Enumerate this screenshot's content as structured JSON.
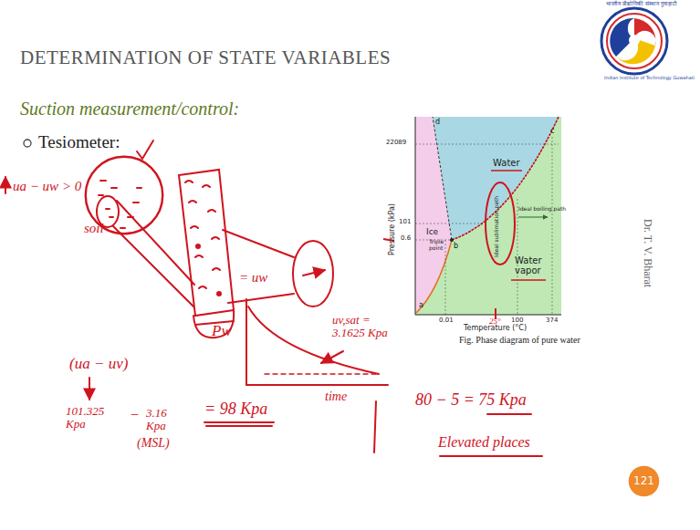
{
  "diagram": {
    "title": "DETERMINATION OF STATE VARIABLES",
    "caption": "Fig. Phase diagram of pure water",
    "nodes": [
      {
        "text": [
          "soil"
        ]
      },
      {
        "text": [
          "121"
        ]
      }
    ],
    "labels": [
      "Suction measurement/control:",
      "Tesiometer:",
      "ua − uw > 0",
      "= uw",
      "Pw",
      "uv,sat = 3.1625 Kpa",
      "time",
      "(ua − uv)",
      "101.325 Kpa",
      "−",
      "3.16 Kpa",
      "= 98 Kpa",
      "(MSL)",
      "80 − 5 = 75 Kpa",
      "Elevated places",
      "Pressure (kPa)",
      "Temperature (°C)",
      "22089",
      "101",
      "0.6",
      "0.01",
      "25°",
      "100",
      "374",
      "Ice",
      "Water",
      "Water vapor",
      "Triple point",
      "Ideal boiling path",
      "Ideal sublimation path",
      "a",
      "b",
      "c",
      "d",
      "Dr. T. V. Bharat",
      "भारतीय प्रौद्योगिकी संस्थान गुवाहाटी",
      "Indian Institute of Technology Guwahati"
    ]
  }
}
